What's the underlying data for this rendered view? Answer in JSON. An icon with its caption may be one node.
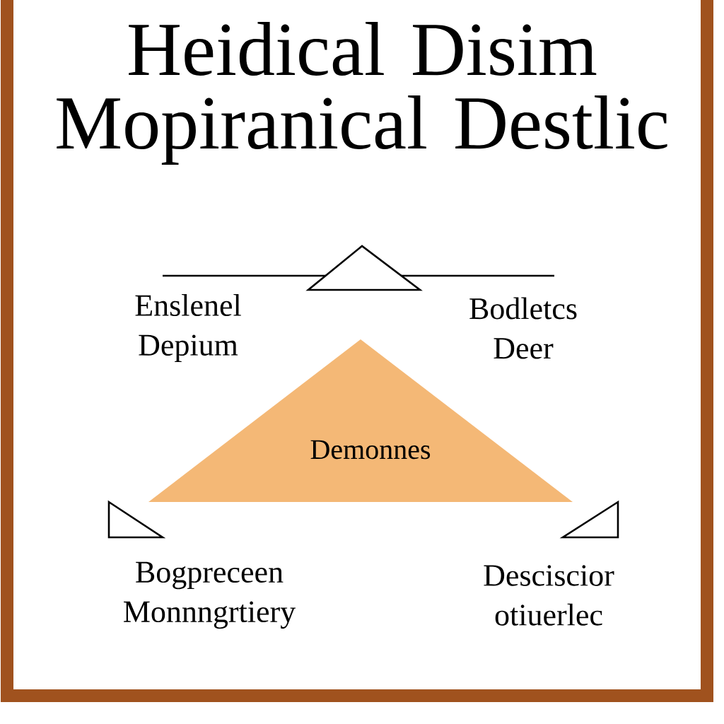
{
  "diagram": {
    "title": "Heidical Disim Mopiranical Destlic",
    "nodes": [
      {
        "text": [
          "Demonnes"
        ]
      }
    ],
    "labels": [
      "Enslenel Depium",
      "Bodletcs Deer",
      "Bogpreceen Monnngrtiery",
      "Desciscior otiuerlec"
    ]
  }
}
